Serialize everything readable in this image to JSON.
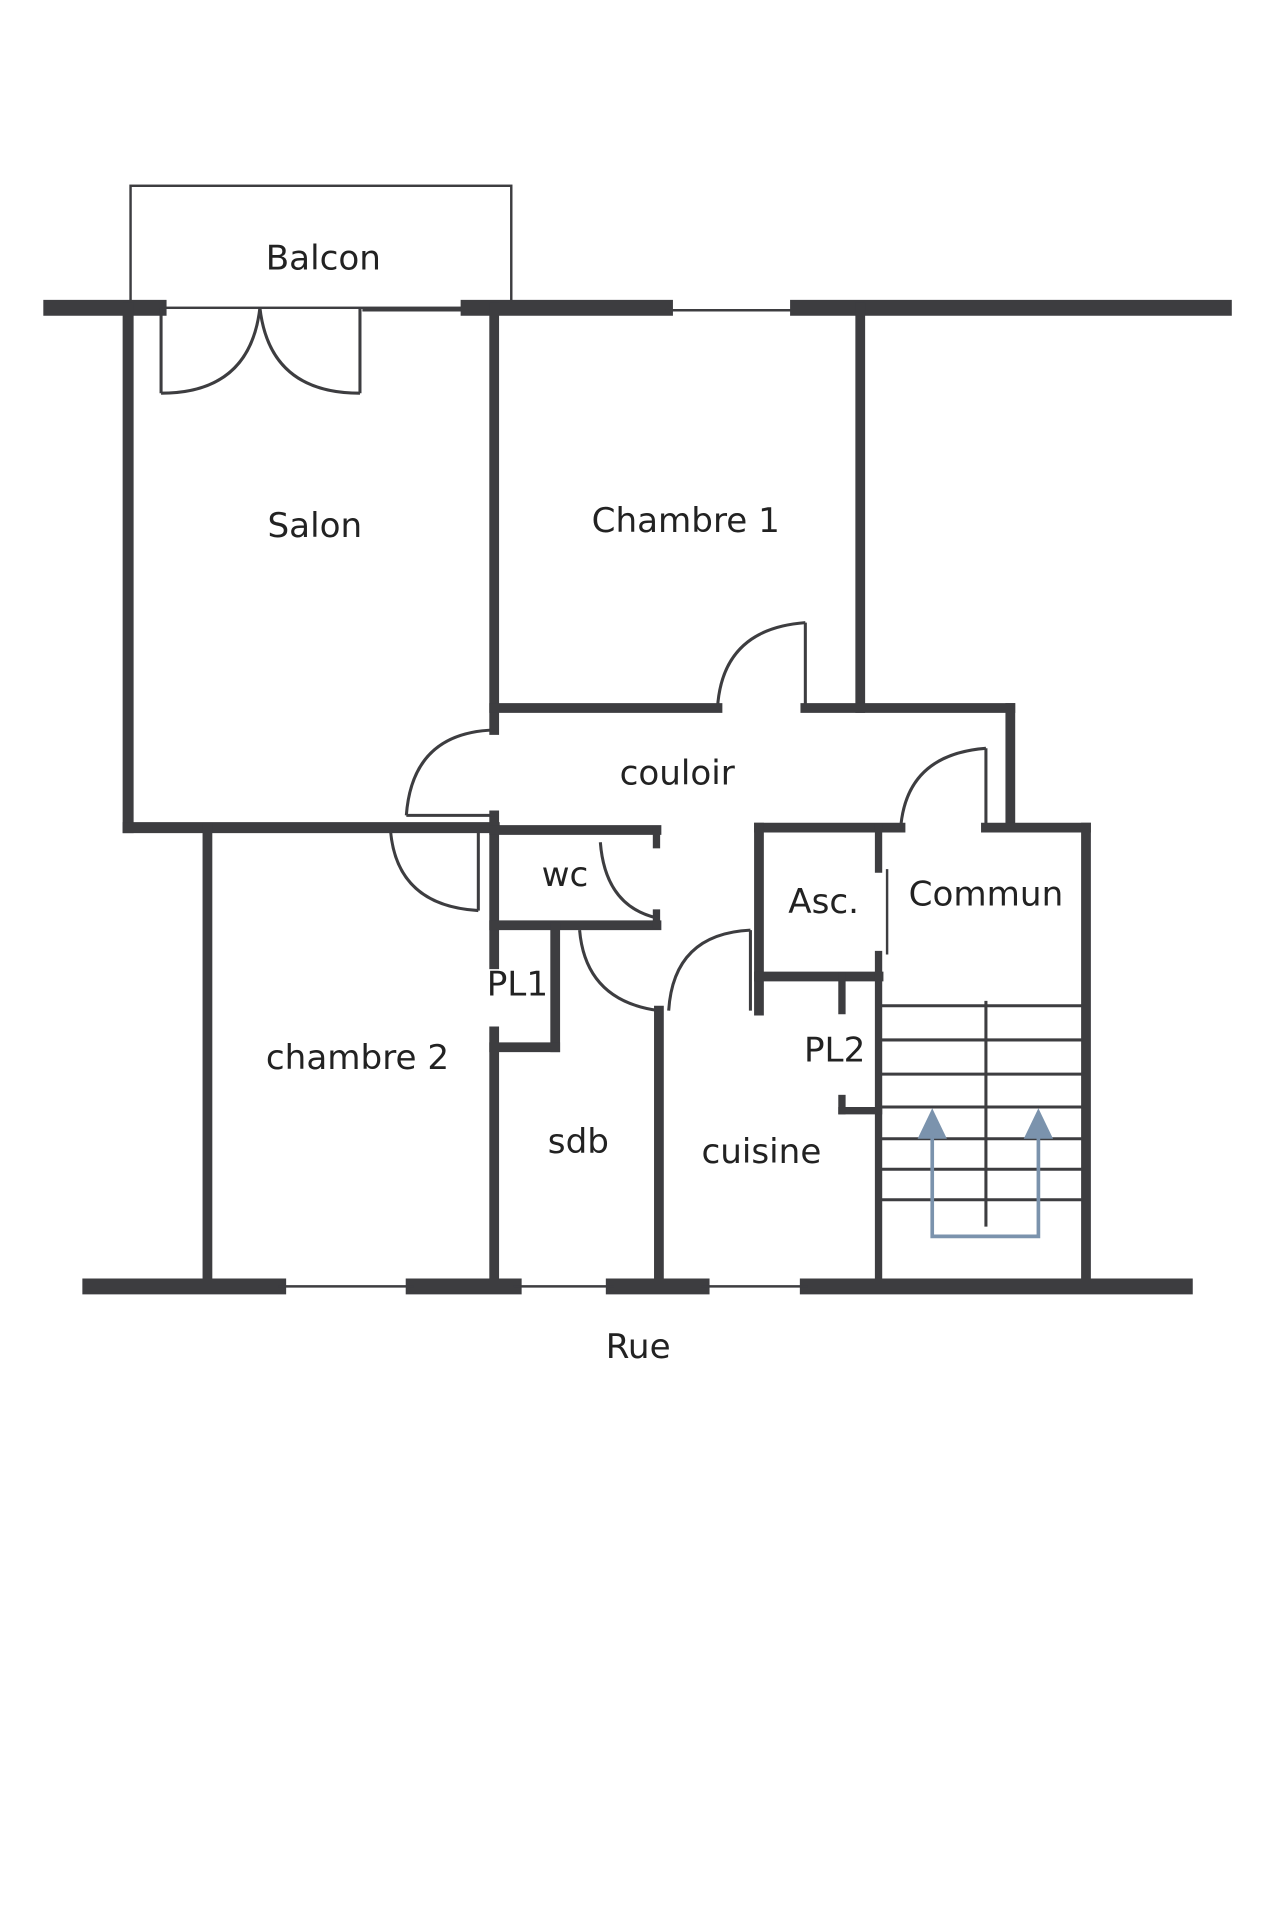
{
  "plan": {
    "rooms": {
      "balcon": "Balcon",
      "salon": "Salon",
      "chambre1": "Chambre 1",
      "couloir": "couloir",
      "wc": "wc",
      "asc": "Asc.",
      "commun": "Commun",
      "pl1": "PL1",
      "pl2": "PL2",
      "chambre2": "chambre 2",
      "sdb": "sdb",
      "cuisine": "cuisine"
    },
    "street": "Rue"
  },
  "colors": {
    "wall": "#3d3d40",
    "stair_arrow": "#7b93ad"
  }
}
